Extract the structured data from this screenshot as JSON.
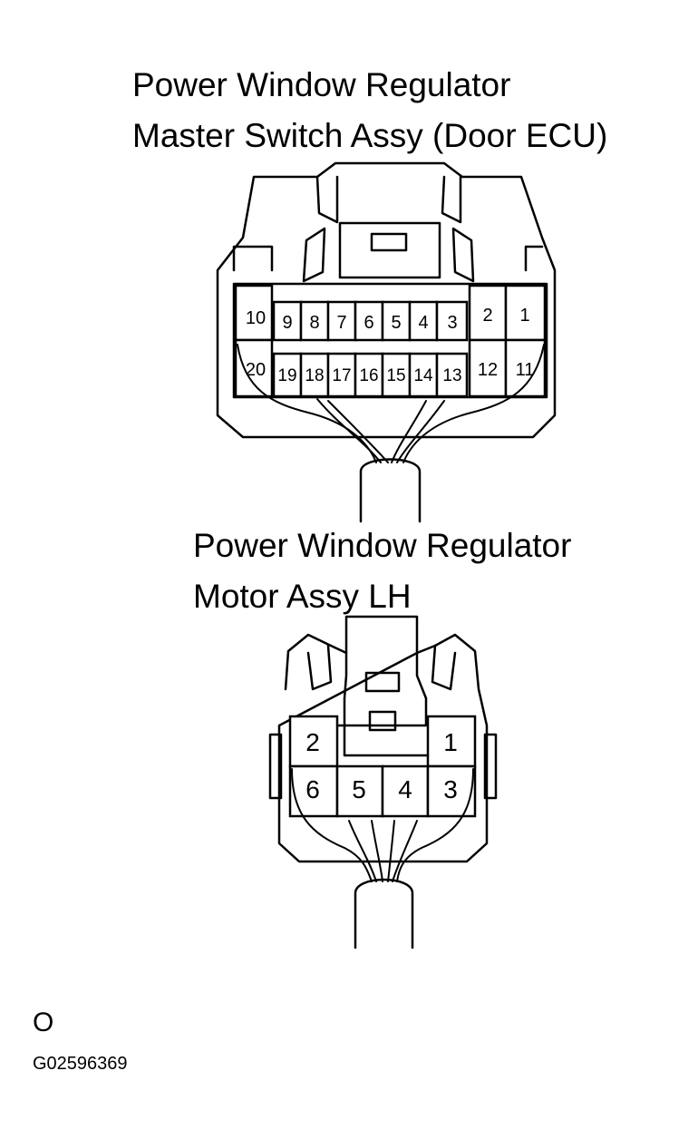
{
  "master_connector": {
    "title_line1": "Power Window Regulator",
    "title_line2": "Master Switch Assy (Door ECU)",
    "pins_top": [
      "10",
      "9",
      "8",
      "7",
      "6",
      "5",
      "4",
      "3",
      "2",
      "1"
    ],
    "pins_bottom": [
      "20",
      "19",
      "18",
      "17",
      "16",
      "15",
      "14",
      "13",
      "12",
      "11"
    ]
  },
  "motor_connector": {
    "title_line1": "Power Window Regulator",
    "title_line2": "Motor Assy LH",
    "pins_top": [
      "2",
      "1"
    ],
    "pins_bottom": [
      "6",
      "5",
      "4",
      "3"
    ]
  },
  "footer": {
    "marker": "O",
    "figure_code": "G02596369"
  }
}
